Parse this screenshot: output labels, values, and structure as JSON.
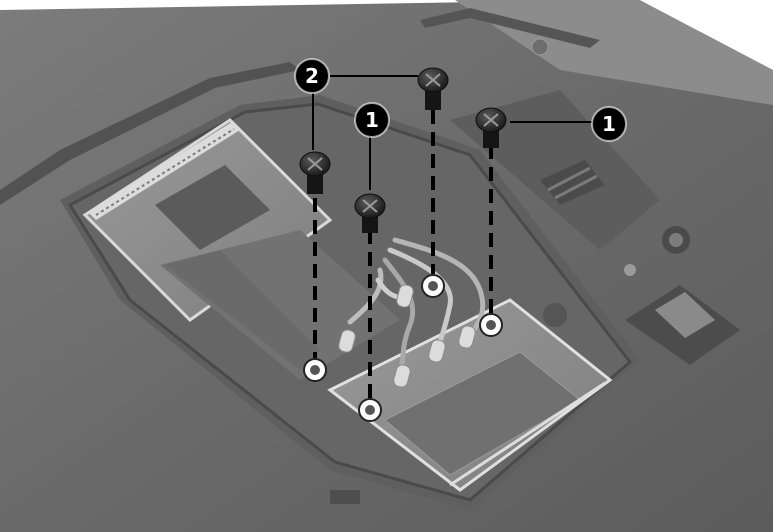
{
  "callouts": [
    {
      "id": "screw-label-2",
      "label": "2"
    },
    {
      "id": "screw-label-1a",
      "label": "1"
    },
    {
      "id": "screw-label-1b",
      "label": "1"
    }
  ],
  "colors": {
    "chassis": "#6f6f6f",
    "chassis_dark": "#4a4a4a",
    "board": "#8a8a8a",
    "screw": "#1e1e1e",
    "callout_bg": "#000000",
    "callout_text": "#ffffff",
    "guide_line": "#000000"
  }
}
